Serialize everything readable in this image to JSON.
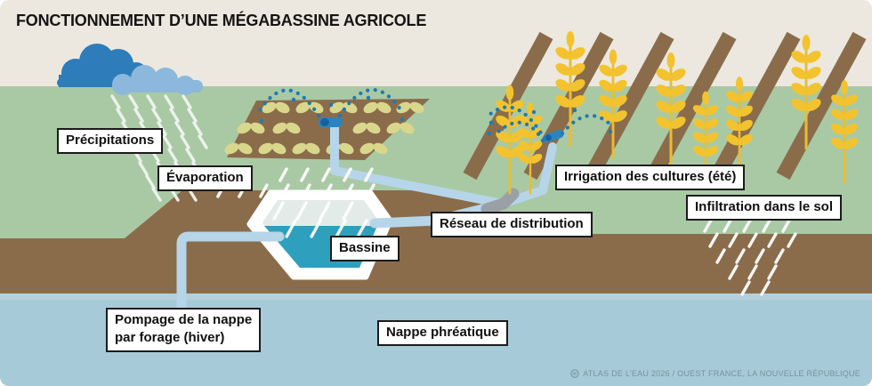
{
  "title": "FONCTIONNEMENT D’UNE MÉGABASSINE AGRICOLE",
  "labels": {
    "precipitations": "Précipitations",
    "evaporation": "Évaporation",
    "bassine": "Bassine",
    "reseau": "Réseau de distribution",
    "irrigation": "Irrigation des cultures (été)",
    "infiltration": "Infiltration dans le sol",
    "pompage_line1": "Pompage de la nappe",
    "pompage_line2": "par forage (hiver)",
    "nappe": "Nappe phréatique"
  },
  "credit": {
    "icon": "publisher-logo-icon",
    "text": "ATLAS DE L’EAU 2026 / OUEST FRANCE, LA NOUVELLE RÉPUBLIQUE"
  },
  "palette": {
    "sky": "#ece8df",
    "grass": "#a9c9a4",
    "soil": "#8a6c4b",
    "groundwater": "#a6cad8",
    "groundwater_highlight": "#bad6e0",
    "basin_water": "#2f9fbe",
    "basin_surface": "#e2ebe8",
    "basin_liner": "#ffffff",
    "pipe": "#b7d5e9",
    "pipe_joint": "#99a1a7",
    "sprinkler": "#2b84c1",
    "sprinkler_dark": "#15619f",
    "spray": "#1e7ab3",
    "cloud_dark": "#2e7cb9",
    "cloud_light": "#8cb8dd",
    "wheat": "#f3c32f",
    "wheat_stem": "#edbd2b",
    "seedling": "#d9d78c",
    "rain_dash": "#f0f5f1",
    "white_dash": "#ffffff",
    "label_border": "#1b1b1b",
    "label_bg": "#ffffff",
    "label_text": "#111111",
    "title_text": "#141414",
    "credit_text": "#74939f"
  }
}
